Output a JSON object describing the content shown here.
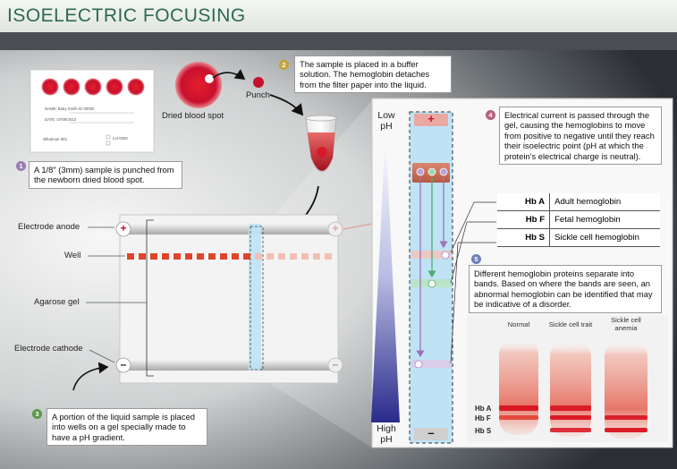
{
  "title": "ISOELECTRIC FOCUSING",
  "card": {
    "name_line": "NAME: Baby Smith ID 00000",
    "date_line": "DATE: 07/09/2013",
    "footer_left": "Whatman 903",
    "footer_right": "Lot 0000"
  },
  "labels": {
    "dried_blood_spot": "Dried blood spot",
    "punch": "Punch",
    "electrode_anode": "Electrode anode",
    "well": "Well",
    "agarose_gel": "Agarose gel",
    "electrode_cathode": "Electrode cathode",
    "low_ph": [
      "Low",
      "pH"
    ],
    "high_ph": [
      "High",
      "pH"
    ],
    "plus_symbol": "+",
    "minus_symbol": "–"
  },
  "steps": [
    {
      "number": "1",
      "text": "A 1/8\" (3mm) sample is punched from the newborn dried blood spot.",
      "color": "#9b7bb5"
    },
    {
      "number": "2",
      "text": "The sample is placed in a buffer solution. The hemoglobin detaches from the filter paper into the liquid.",
      "color": "#c4a33a"
    },
    {
      "number": "3",
      "text": "A portion of the liquid sample is placed into wells on a gel specially made to have a pH gradient.",
      "color": "#5a9a4a"
    },
    {
      "number": "4",
      "text": "Electrical current is passed through the gel, causing the hemoglobins to move from positive to negative until they reach their isoelectric point (pH at which the protein's electrical charge is neutral).",
      "color": "#b8607e"
    },
    {
      "number": "5",
      "text": "Different hemoglobin proteins separate into bands. Based on where the bands are seen, an abnormal hemoglobin can be identified that may be indicative of a disorder.",
      "color": "#6f7fb8"
    }
  ],
  "hemoglobins": [
    {
      "name": "Hb A",
      "description": "Adult hemoglobin"
    },
    {
      "name": "Hb F",
      "description": "Fetal hemoglobin"
    },
    {
      "name": "Hb S",
      "description": "Sickle cell hemoglobin"
    }
  ],
  "result_columns": [
    {
      "label": "Normal",
      "bands": [
        "Hb A",
        "Hb F"
      ]
    },
    {
      "label": "Sickle cell trait",
      "bands": [
        "Hb A",
        "Hb F",
        "Hb S"
      ]
    },
    {
      "label": "Sickle cell anemia",
      "bands": [
        "Hb F",
        "Hb S"
      ]
    }
  ],
  "colors": {
    "title_green": "#2d6a4f",
    "blood_red": "#c8102e",
    "gel_blue": "#bfe3f5",
    "gradient_top": "#ffffff",
    "gradient_bottom": "#2a2a8c"
  }
}
